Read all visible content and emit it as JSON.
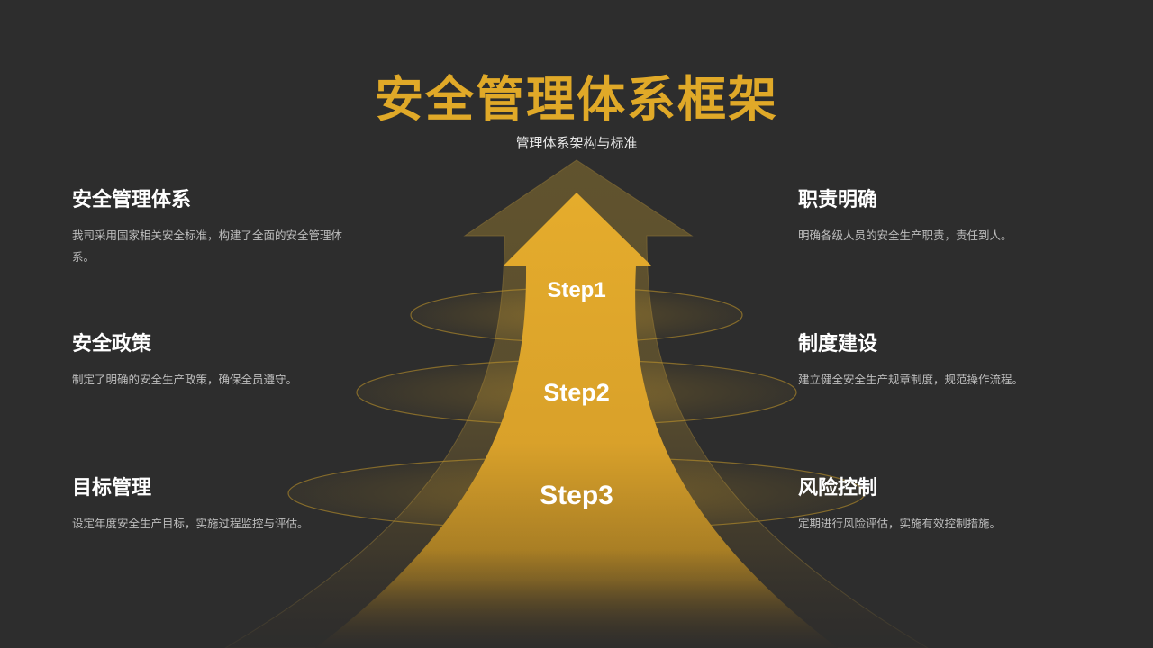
{
  "title": "安全管理体系框架",
  "subtitle": "管理体系架构与标准",
  "colors": {
    "background": "#2d2d2d",
    "accent": "#e0a928",
    "heading": "#ffffff",
    "body": "#bdbdbd"
  },
  "steps": [
    "Step1",
    "Step2",
    "Step3"
  ],
  "left_blocks": [
    {
      "title": "安全管理体系",
      "desc": "我司采用国家相关安全标准，构建了全面的安全管理体系。"
    },
    {
      "title": "安全政策",
      "desc": "制定了明确的安全生产政策，确保全员遵守。"
    },
    {
      "title": "目标管理",
      "desc": "设定年度安全生产目标，实施过程监控与评估。"
    }
  ],
  "right_blocks": [
    {
      "title": "职责明确",
      "desc": "明确各级人员的安全生产职责，责任到人。"
    },
    {
      "title": "制度建设",
      "desc": "建立健全安全生产规章制度，规范操作流程。"
    },
    {
      "title": "风险控制",
      "desc": "定期进行风险评估，实施有效控制措施。"
    }
  ]
}
